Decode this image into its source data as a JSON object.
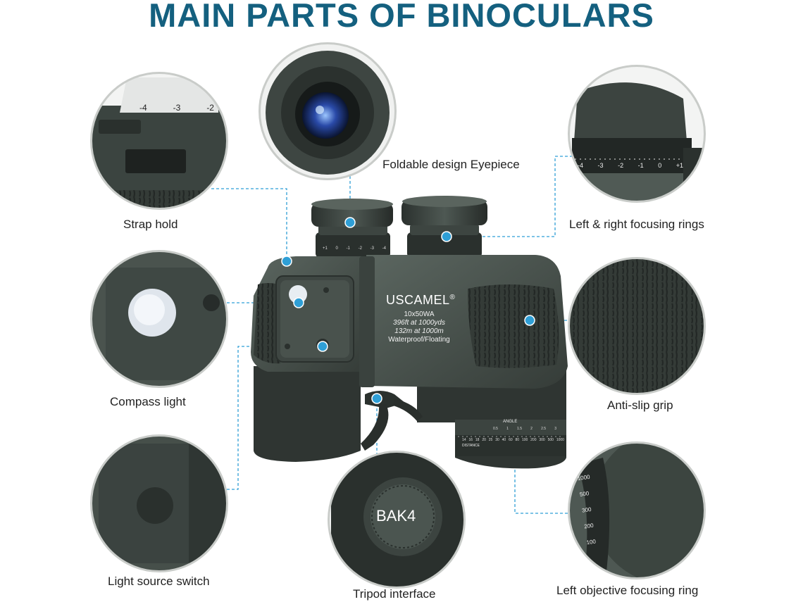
{
  "title": "MAIN PARTS OF BINOCULARS",
  "colors": {
    "title": "#14607f",
    "callout": "#2f9fd6",
    "body": "#4b5650",
    "dark": "#2a302d"
  },
  "binocular": {
    "brand": "USCAMEL",
    "brand_mark": "®",
    "spec_lines": [
      "10x50WA",
      "396ft at 1000yds",
      "132m at 1000m",
      "Waterproof/Floating"
    ],
    "angle_label": "ANGLE",
    "distance_label": "DISTANCE",
    "distance_ticks": [
      "14",
      "16",
      "18",
      "20",
      "25",
      "30",
      "40",
      "60",
      "80",
      "100",
      "200",
      "300",
      "500",
      "1000"
    ],
    "angle_ticks": [
      "0.5",
      "1",
      "1.5",
      "2",
      "2.5",
      "3"
    ],
    "diopter_ticks": [
      "+1",
      "0",
      "-1",
      "-2",
      "-3",
      "-4"
    ]
  },
  "closeups": {
    "strap_scale": [
      "-4",
      "-3",
      "-2"
    ],
    "ring_scale": [
      "-4",
      "-3",
      "-2",
      "-1",
      "0",
      "+1"
    ],
    "tripod_text": "BAK4",
    "objective_scale": [
      "1000",
      "500",
      "300",
      "200",
      "100"
    ]
  },
  "parts": {
    "strap_hold": "Strap hold",
    "eyepiece": "Foldable design Eyepiece",
    "focusing_rings": "Left & right focusing rings",
    "compass_light": "Compass light",
    "anti_slip": "Anti-slip grip",
    "light_switch": "Light source switch",
    "tripod": "Tripod interface",
    "objective_ring": "Left objective focusing ring"
  }
}
